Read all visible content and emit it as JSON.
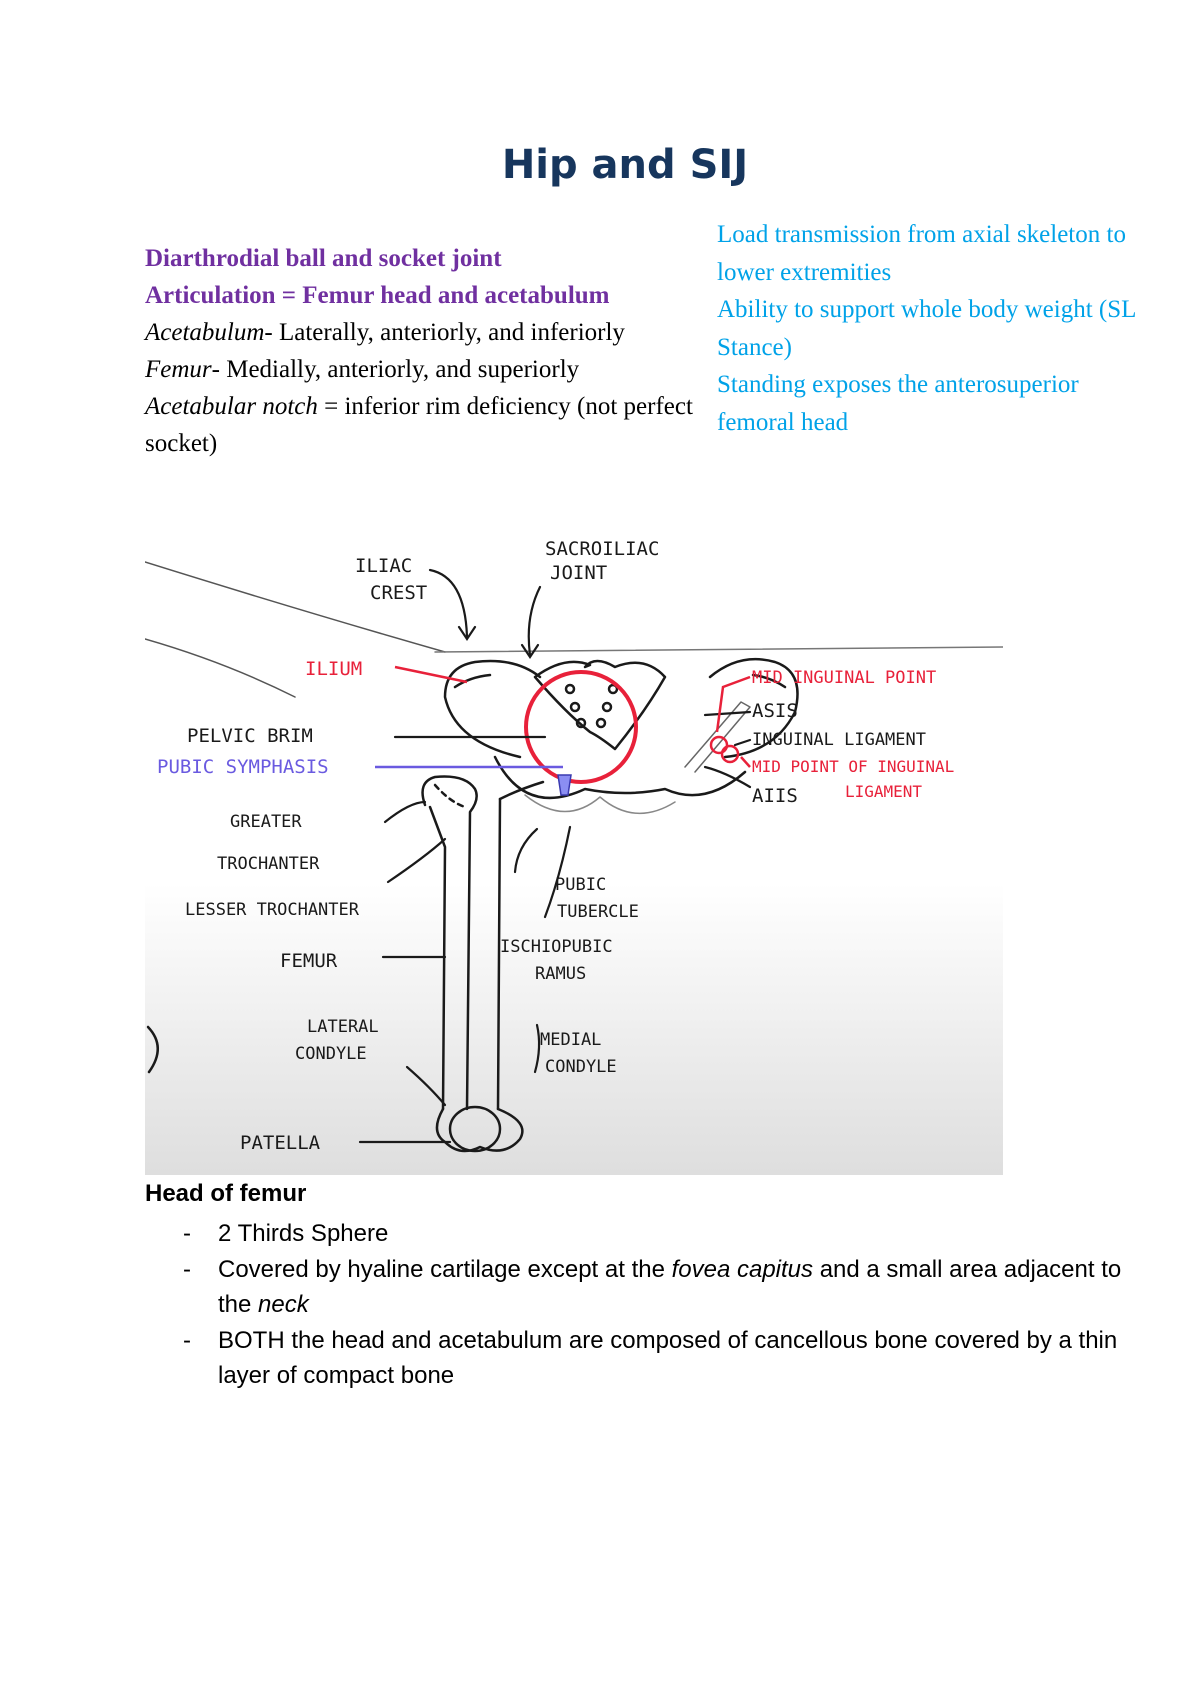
{
  "title": "Hip and SIJ",
  "left": {
    "line1": "Diarthrodial ball and socket joint",
    "line2": "Articulation = Femur head and acetabulum",
    "acetabulum_term": "Acetabulum",
    "acetabulum_text": "- Laterally, anteriorly, and inferiorly",
    "femur_term": "Femur",
    "femur_text": "- Medially, anteriorly, and superiorly",
    "notch_term": "Acetabular notch",
    "notch_text": " = inferior rim deficiency (not perfect socket)"
  },
  "right": {
    "line1": "Load transmission from axial skeleton to lower extremities",
    "line2": "Ability to support whole body weight (SL Stance)",
    "line3": "Standing exposes the anterosuperior femoral head"
  },
  "diagram": {
    "labels": {
      "iliac": "ILIAC",
      "crest": "CREST",
      "sacroiliac": "SACROILIAC",
      "joint": "JOINT",
      "ilium": "ILIUM",
      "mid_inguinal_point": "MID INGUINAL POINT",
      "asis": "ASIS",
      "inguinal_ligament": "INGUINAL LIGAMENT",
      "midpoint_of_inguinal": "MID POINT OF INGUINAL",
      "ligament": "LIGAMENT",
      "aiis": "AIIS",
      "pelvic_brim": "PELVIC BRIM",
      "pubic_symphasis": "PUBIC SYMPHASIS",
      "greater": "GREATER",
      "trochanter": "TROCHANTER",
      "lesser_trochanter": "LESSER TROCHANTER",
      "pubic": "PUBIC",
      "tubercle": "TUBERCLE",
      "ischiopubic": "ISCHIOPUBIC",
      "ramus": "RAMUS",
      "femur": "FEMUR",
      "lateral": "LATERAL",
      "condyle_lat": "CONDYLE",
      "medial": "MEDIAL",
      "condyle_med": "CONDYLE",
      "patella": "PATELLA"
    },
    "colors": {
      "red": "#e8213a",
      "blue": "#6a5ae0",
      "ink": "#1a1a1a"
    }
  },
  "head_of_femur": {
    "heading": "Head of femur",
    "dash": "-",
    "b1": "2 Thirds Sphere",
    "b2_pre": "Covered by hyaline cartilage except at the ",
    "b2_em": "fovea capitus",
    "b2_mid": " and a small area adjacent to the ",
    "b2_em2": "neck",
    "b3": "BOTH the head and acetabulum are composed of cancellous bone covered by a thin layer of compact bone"
  }
}
